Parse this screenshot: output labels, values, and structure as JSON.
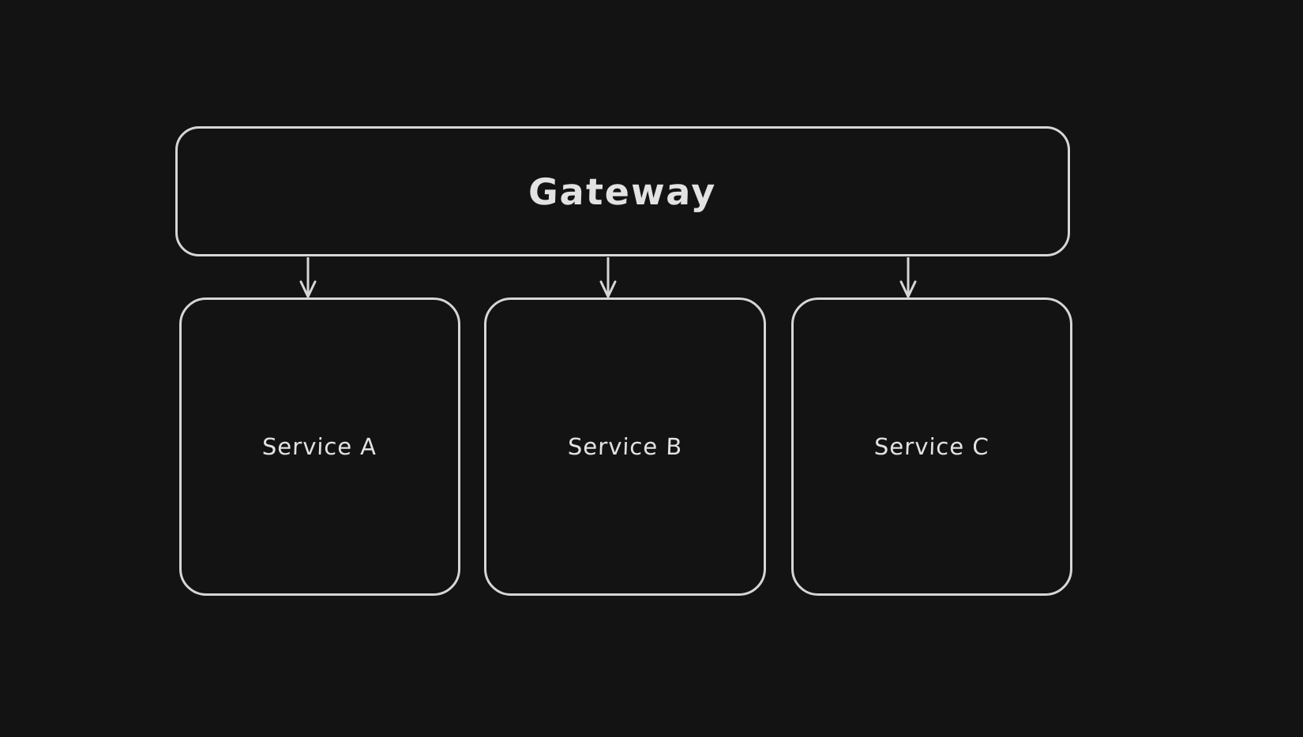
{
  "colors": {
    "background": "#131313",
    "stroke": "#d6d6d6",
    "text": "#e2e2e2"
  },
  "diagram": {
    "type": "flowchart",
    "style": "hand-drawn",
    "nodes": [
      {
        "id": "gateway",
        "label": "Gateway",
        "shape": "rounded-rectangle"
      },
      {
        "id": "service-a",
        "label": "Service A",
        "shape": "rounded-rectangle"
      },
      {
        "id": "service-b",
        "label": "Service B",
        "shape": "rounded-rectangle"
      },
      {
        "id": "service-c",
        "label": "Service C",
        "shape": "rounded-rectangle"
      }
    ],
    "edges": [
      {
        "from": "gateway",
        "to": "service-a",
        "type": "arrow",
        "direction": "down"
      },
      {
        "from": "gateway",
        "to": "service-b",
        "type": "arrow",
        "direction": "down"
      },
      {
        "from": "gateway",
        "to": "service-c",
        "type": "arrow",
        "direction": "down"
      }
    ]
  }
}
